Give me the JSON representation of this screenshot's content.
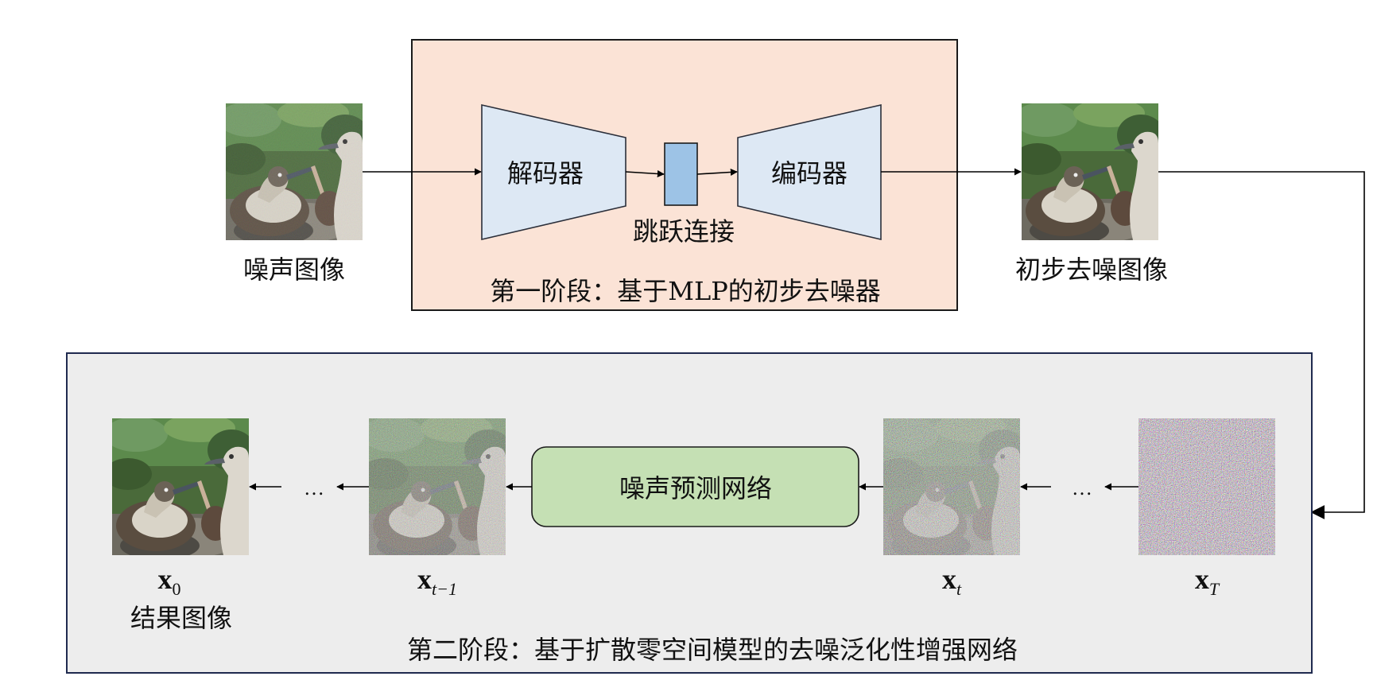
{
  "colors": {
    "stage1_fill": "#fbe3d6",
    "stage1_border": "#1a1a1a",
    "stage2_fill": "#ededed",
    "stage2_border": "#1f2a4f",
    "trapezoid_fill": "#dde8f4",
    "skip_block_fill": "#9dc3e6",
    "noise_net_fill": "#c5e0b4",
    "arrow": "#000000"
  },
  "stage1": {
    "caption": "第一阶段：基于MLP的初步去噪器",
    "decoder_label": "解码器",
    "encoder_label": "编码器",
    "skip_label": "跳跃连接"
  },
  "images": {
    "noisy_caption": "噪声图像",
    "prelim_caption": "初步去噪图像"
  },
  "stage2": {
    "caption": "第二阶段：基于扩散零空间模型的去噪泛化性增强网络",
    "noise_net_label": "噪声预测网络",
    "ellipsis": "…",
    "x0": {
      "base": "x",
      "sub": "0"
    },
    "xt_minus_1": {
      "base": "x",
      "sub": "t−1"
    },
    "xt": {
      "base": "x",
      "sub": "t"
    },
    "xT": {
      "base": "x",
      "sub": "T"
    },
    "result_caption": "结果图像"
  }
}
